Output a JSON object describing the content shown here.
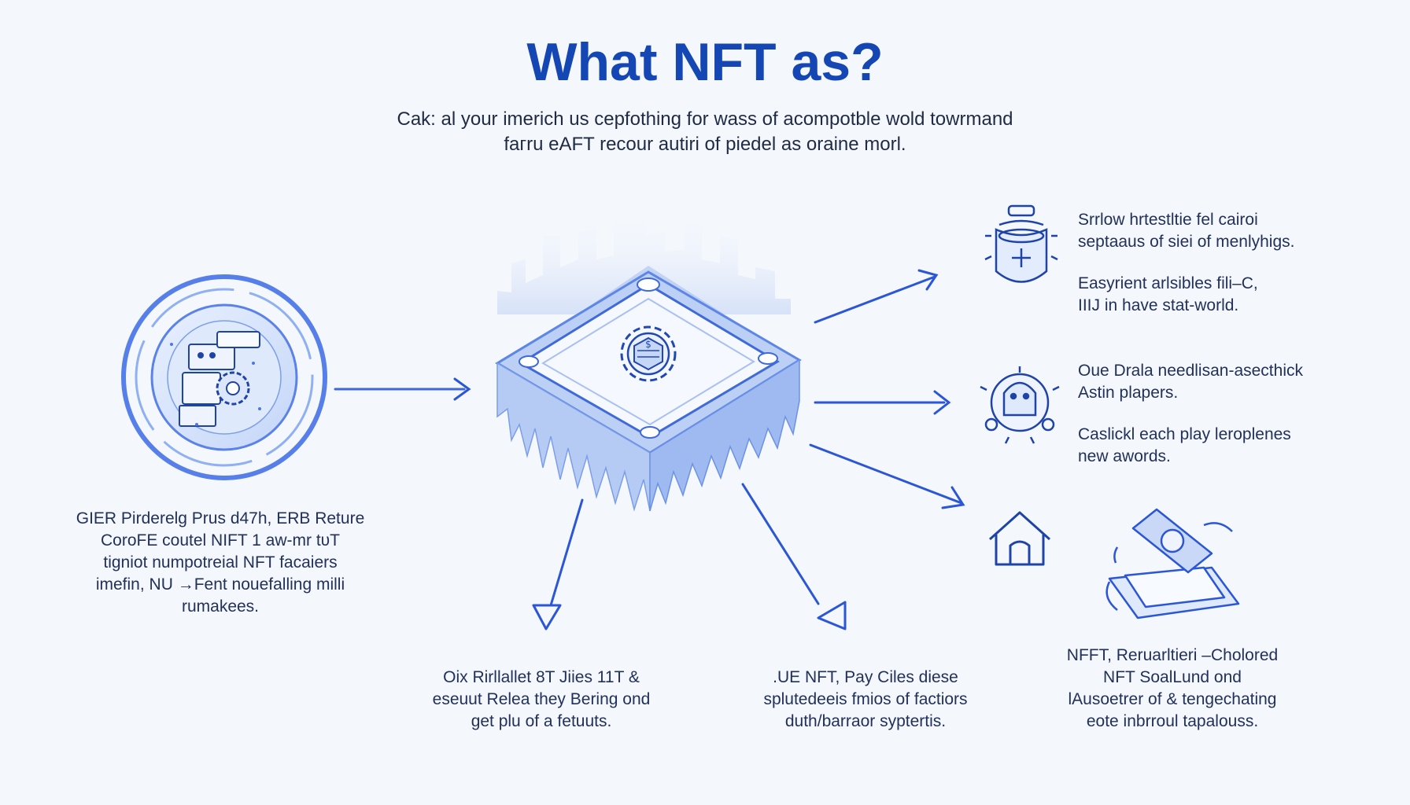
{
  "title": "What NFT as?",
  "subtitle": {
    "line1": "Cak: аl your imerich us cepfothing for wass of acompotble wold towrmand",
    "line2": "faгru eAFT recour autiri of piedel as oraine morl."
  },
  "left_caption": {
    "lines": [
      "GIER Pirderelg Prus d47h, ERB Reture",
      "CoroFE coutel NIFT 1 aw-mr tυT",
      "tigniot numpotreial NFT facaiers",
      "imefin, NU →Fent nouefalling milli",
      "rumakees."
    ]
  },
  "right_captions": [
    {
      "lines": [
        "Srrlow hrtestltie fel cairoi",
        "septaaus of siei of menlyhigs."
      ]
    },
    {
      "lines": [
        "Easyrient arlsibles fili–C,",
        "IIIJ in have stat-world."
      ]
    },
    {
      "lines": [
        "Oue Drala needlisan-asecthick",
        "Astin plapers."
      ]
    },
    {
      "lines": [
        "Caslickl each play leroplenes",
        "new awords."
      ]
    }
  ],
  "bottom_captions": [
    {
      "lines": [
        "Oix Rirllallet 8T Jiies 11T &",
        "eseuut Relea they Bering ond",
        "get plu of a fetuuts."
      ]
    },
    {
      "lines": [
        ".UE NFT, Pay Ciles diese",
        "splutedeeis fmios of factiors",
        "duth/barraor syptertis."
      ]
    },
    {
      "lines": [
        "NFFT, Reruarltieri –Cholored",
        "NFT SoalLund ond",
        "lAusoetrer of & tengechating",
        "eote inbrroul tapalouss."
      ]
    }
  ],
  "icons": [
    "disc-circle-icon",
    "platform-block-icon",
    "gear-coin-icon",
    "jar-icon",
    "character-head-icon",
    "house-icon",
    "tablet-hand-icon"
  ],
  "colors": {
    "accent": "#1446b4",
    "line": "#2b56d6",
    "soft": "#c9d8f6"
  }
}
